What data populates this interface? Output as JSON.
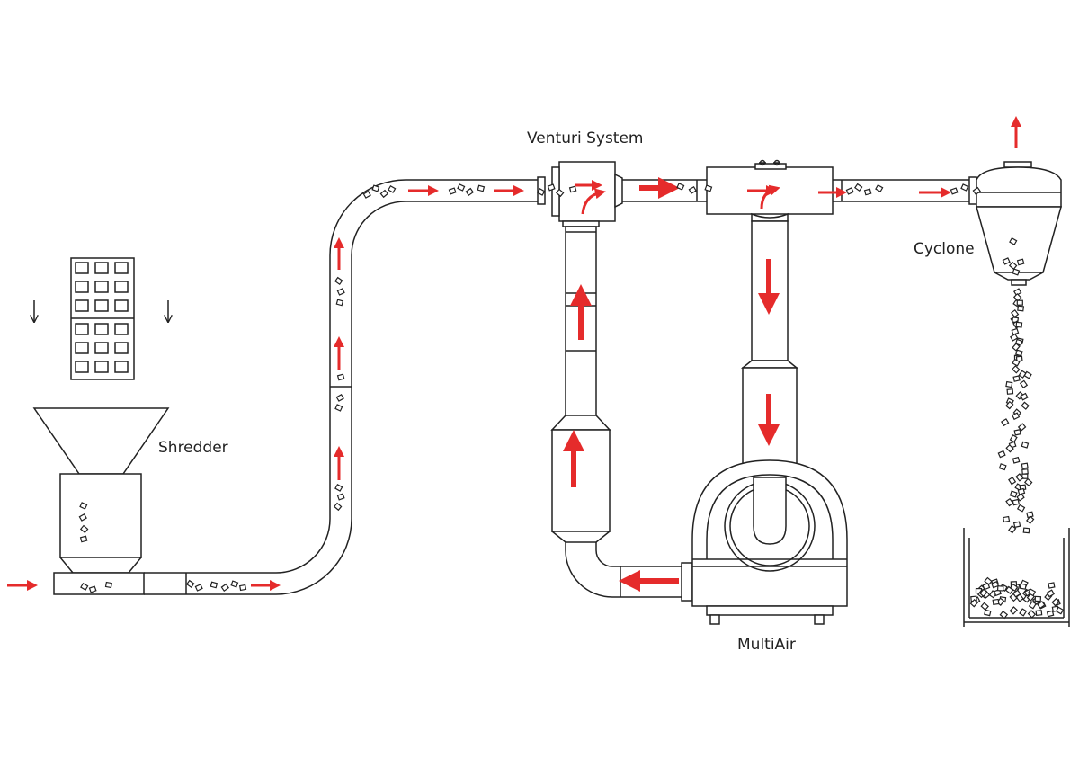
{
  "labels": {
    "venturi": "Venturi System",
    "shredder": "Shredder",
    "cyclone": "Cyclone",
    "multiair": "MultiAir"
  },
  "colors": {
    "flow_arrow": "#e52b2b",
    "outline": "#222222",
    "background": "#ffffff"
  }
}
